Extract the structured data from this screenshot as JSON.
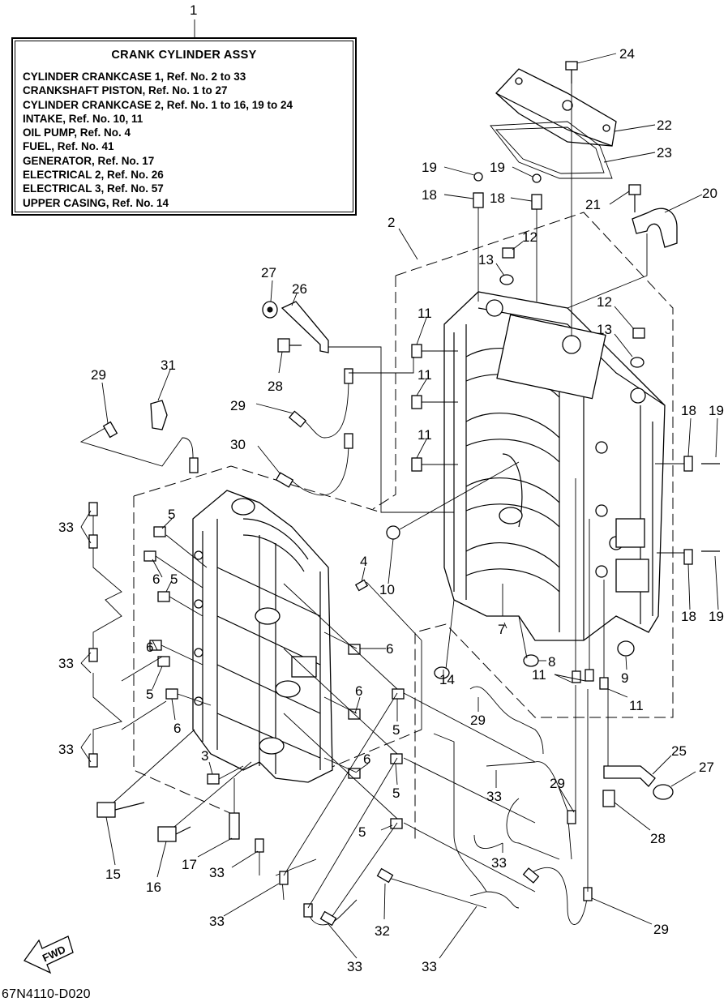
{
  "legend": {
    "callout": "1",
    "title": "CRANK CYLINDER ASSY",
    "lines": [
      "CYLINDER CRANKCASE 1, Ref. No. 2 to 33",
      "CRANKSHAFT PISTON,  Ref. No. 1 to 27",
      "CYLINDER CRANKCASE 2, Ref. No. 1 to 16, 19 to 24",
      "INTAKE, Ref. No. 10, 11",
      "OIL PUMP, Ref. No. 4",
      "FUEL, Ref. No. 41",
      "GENERATOR,  Ref. No. 17",
      "ELECTRICAL 2, Ref. No. 26",
      "ELECTRICAL 3, Ref. No. 57",
      "UPPER CASING, Ref. No. 14"
    ]
  },
  "callouts": {
    "c24": "24",
    "c22": "22",
    "c23": "23",
    "c19a": "19",
    "c19b": "19",
    "c18a": "18",
    "c18b": "18",
    "c21": "21",
    "c20": "20",
    "c2": "2",
    "c12a": "12",
    "c13a": "13",
    "c12b": "12",
    "c13b": "13",
    "c27a": "27",
    "c26": "26",
    "c28a": "28",
    "c11a": "11",
    "c11b": "11",
    "c11c": "11",
    "c29a": "29",
    "c31": "31",
    "c29b": "29",
    "c30": "30",
    "c18c": "18",
    "c19c": "19",
    "c18d": "18",
    "c19d": "19",
    "c33a": "33",
    "c5a": "5",
    "c6a": "6",
    "c5b": "5",
    "c10": "10",
    "c4": "4",
    "c6b": "6",
    "c7": "7",
    "c33b": "33",
    "c6c": "6",
    "c5c": "5",
    "c6d": "6",
    "c14": "14",
    "c8": "8",
    "c9": "9",
    "c11d": "11",
    "c11e": "11",
    "c6e": "6",
    "c29c": "29",
    "c5d": "5",
    "c33c": "33",
    "c3": "3",
    "c6f": "6",
    "c5e": "5",
    "c33d": "33",
    "c29d": "29",
    "c25": "25",
    "c27b": "27",
    "c5f": "5",
    "c28b": "28",
    "c15": "15",
    "c16": "16",
    "c17": "17",
    "c33e": "33",
    "c33f": "33",
    "c33g": "33",
    "c32": "32",
    "c29e": "29",
    "c33h": "33",
    "c33i": "33"
  },
  "fwd_label": "FWD",
  "doc_code": "67N4110-D020"
}
